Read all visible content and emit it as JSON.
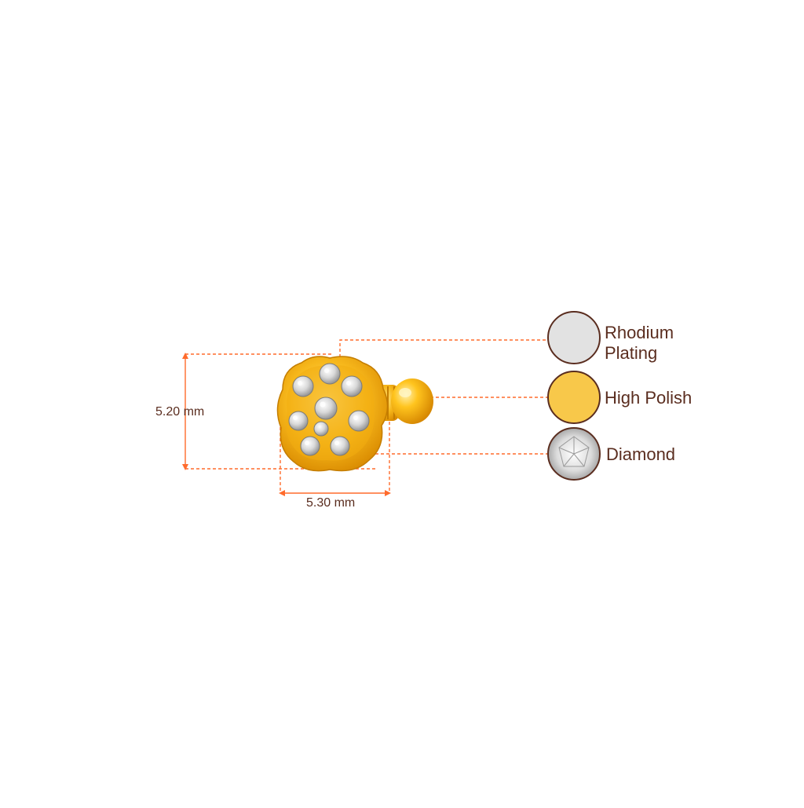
{
  "dimensions": {
    "height": "5.20 mm",
    "width": "5.30 mm"
  },
  "materials": [
    {
      "label_line1": "Rhodium",
      "label_line2": "Plating",
      "swatch_color": "#e2e2e2"
    },
    {
      "label_line1": "High Polish",
      "label_line2": "",
      "swatch_color": "#f8c84a"
    },
    {
      "label_line1": "Diamond",
      "label_line2": "",
      "swatch_color": "#f4f4f4"
    }
  ],
  "colors": {
    "guide_line": "#ff6b2c",
    "text": "#5a2d1f",
    "gold_light": "#ffd447",
    "gold_dark": "#e89a00",
    "swatch_border": "#5a2d1f"
  }
}
